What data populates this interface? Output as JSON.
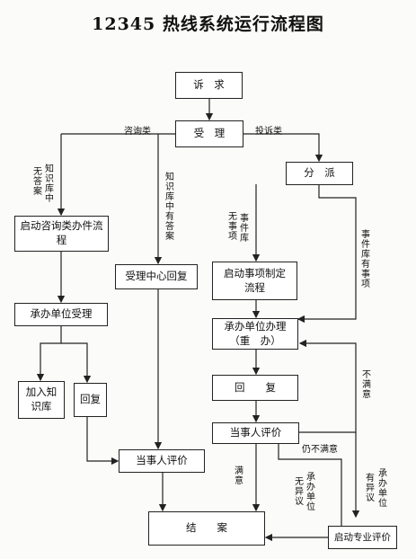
{
  "title": "12345 热线系统运行流程图",
  "nodes": {
    "complaint": "诉　求",
    "accept": "受　理",
    "dispatch": "分　派",
    "start_consult": "启动咨询类办件流程",
    "center_reply": "受理中心回复",
    "start_event": "启动事项制定流程",
    "unit_accept": "承办单位受理",
    "unit_handle": "承办单位办理（重　办）",
    "add_kb": "加入知识库",
    "reply_left": "回复",
    "reply_right": "回　　复",
    "eval_left": "当事人评价",
    "eval_right": "当事人评价",
    "close": "结　　案",
    "pro_eval": "启动专业评价"
  },
  "labels": {
    "consult": "咨询类",
    "complaint_type": "投诉类",
    "kb_no_answer_a": "知识库中",
    "kb_no_answer_b": "无答案",
    "kb_has_answer": "知识库中有答案",
    "event_lib_none_a": "事件库",
    "event_lib_none_b": "无事项",
    "event_lib_has": "事件库有事项",
    "not_satisfied": "不满意",
    "still_not_satisfied": "仍不满意",
    "satisfied": "满意",
    "unit_no_obj_a": "承办单位",
    "unit_no_obj_b": "无异议",
    "unit_has_obj_a": "承办单位",
    "unit_has_obj_b": "有异议"
  }
}
